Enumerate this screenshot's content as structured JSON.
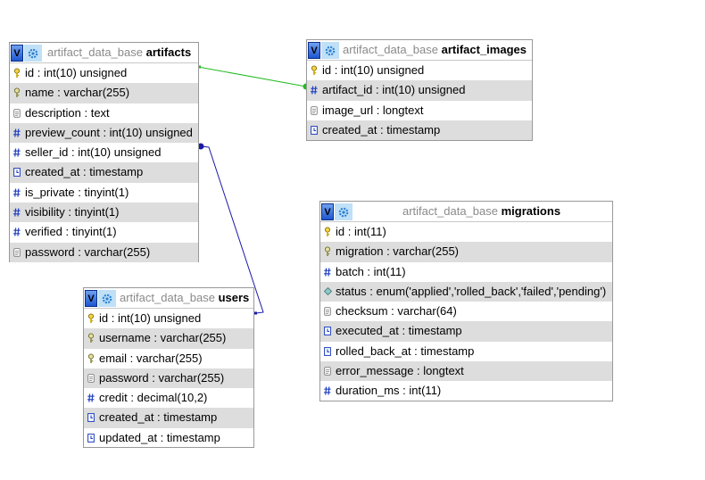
{
  "database": "artifact_data_base",
  "tables": [
    {
      "id": "artifacts",
      "name": "artifacts",
      "columns": [
        {
          "text": "id : int(10) unsigned",
          "kind": "primary"
        },
        {
          "text": "name : varchar(255)",
          "kind": "unique"
        },
        {
          "text": "description : text",
          "kind": "text"
        },
        {
          "text": "preview_count : int(10) unsigned",
          "kind": "number"
        },
        {
          "text": "seller_id : int(10) unsigned",
          "kind": "number"
        },
        {
          "text": "created_at : timestamp",
          "kind": "time"
        },
        {
          "text": "is_private : tinyint(1)",
          "kind": "number"
        },
        {
          "text": "visibility : tinyint(1)",
          "kind": "number"
        },
        {
          "text": "verified : tinyint(1)",
          "kind": "number"
        },
        {
          "text": "password : varchar(255)",
          "kind": "text"
        }
      ]
    },
    {
      "id": "artifact_images",
      "name": "artifact_images",
      "columns": [
        {
          "text": "id : int(10) unsigned",
          "kind": "primary"
        },
        {
          "text": "artifact_id : int(10) unsigned",
          "kind": "number"
        },
        {
          "text": "image_url : longtext",
          "kind": "text"
        },
        {
          "text": "created_at : timestamp",
          "kind": "time"
        }
      ]
    },
    {
      "id": "users",
      "name": "users",
      "columns": [
        {
          "text": "id : int(10) unsigned",
          "kind": "primary"
        },
        {
          "text": "username : varchar(255)",
          "kind": "unique"
        },
        {
          "text": "email : varchar(255)",
          "kind": "unique"
        },
        {
          "text": "password : varchar(255)",
          "kind": "text"
        },
        {
          "text": "credit : decimal(10,2)",
          "kind": "number"
        },
        {
          "text": "created_at : timestamp",
          "kind": "time"
        },
        {
          "text": "updated_at : timestamp",
          "kind": "time"
        }
      ]
    },
    {
      "id": "migrations",
      "name": "migrations",
      "columns": [
        {
          "text": "id : int(11)",
          "kind": "primary"
        },
        {
          "text": "migration : varchar(255)",
          "kind": "unique"
        },
        {
          "text": "batch : int(11)",
          "kind": "number"
        },
        {
          "text": "status : enum('applied','rolled_back','failed','pending')",
          "kind": "enum"
        },
        {
          "text": "checksum : varchar(64)",
          "kind": "text"
        },
        {
          "text": "executed_at : timestamp",
          "kind": "time"
        },
        {
          "text": "rolled_back_at : timestamp",
          "kind": "time"
        },
        {
          "text": "error_message : longtext",
          "kind": "text"
        },
        {
          "text": "duration_ms : int(11)",
          "kind": "number"
        }
      ]
    }
  ],
  "relations": [
    {
      "from": "artifact_images.artifact_id",
      "to": "artifacts.id",
      "color": "#22bb22"
    },
    {
      "from": "artifacts.seller_id",
      "to": "users.id",
      "color": "#1a1aa8"
    }
  ],
  "icons": {
    "primary": "key-icon",
    "unique": "key-icon",
    "number": "numeric-field-icon",
    "text": "text-field-icon",
    "time": "timestamp-field-icon",
    "enum": "enum-field-icon"
  },
  "colors": {
    "row_alt": "#dddddd",
    "border": "#999999",
    "db_name": "#8a8a8a"
  }
}
